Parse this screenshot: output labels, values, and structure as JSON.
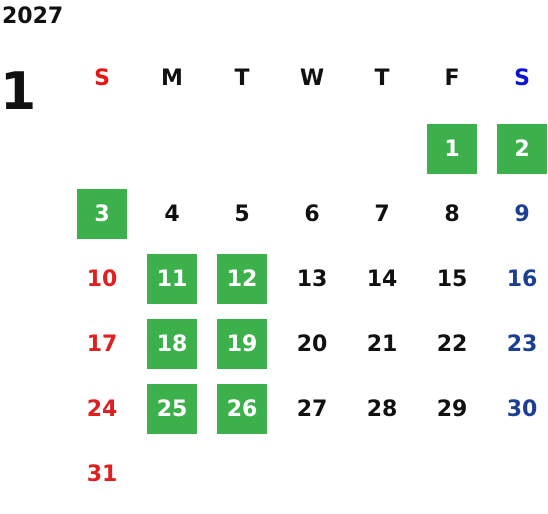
{
  "calendar": {
    "year": "2027",
    "month": "1",
    "weekdays": [
      "S",
      "M",
      "T",
      "W",
      "T",
      "F",
      "S"
    ],
    "highlight_color": "#3cb04a",
    "sunday_color": "#e02020",
    "saturday_color": "#1c3f94",
    "weeks": [
      [
        "",
        "",
        "",
        "",
        "",
        "1",
        "2"
      ],
      [
        "3",
        "4",
        "5",
        "6",
        "7",
        "8",
        "9"
      ],
      [
        "10",
        "11",
        "12",
        "13",
        "14",
        "15",
        "16"
      ],
      [
        "17",
        "18",
        "19",
        "20",
        "21",
        "22",
        "23"
      ],
      [
        "24",
        "25",
        "26",
        "27",
        "28",
        "29",
        "30"
      ],
      [
        "31",
        "",
        "",
        "",
        "",
        "",
        ""
      ]
    ],
    "highlighted_days": [
      "1",
      "2",
      "3",
      "11",
      "12",
      "18",
      "19",
      "25",
      "26"
    ]
  }
}
